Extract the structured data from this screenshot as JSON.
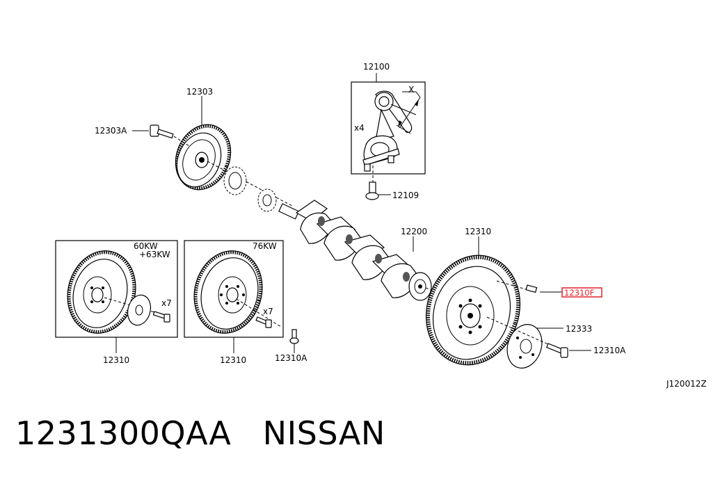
{
  "labels": {
    "conrod_group": "12100",
    "conrod_count": "x4",
    "conrod_dim": "X",
    "conrod_bolt": "12109",
    "pulley": "12303",
    "pulley_bolt": "12303A",
    "crankshaft": "12200",
    "flywheel_main": "12310",
    "pilot_bolt": "12310F",
    "reinforce_plate": "12333",
    "flywheel_bolt_main": "12310A",
    "variant1_power_a": "60KW",
    "variant1_power_b": "+63KW",
    "variant1_count": "x7",
    "variant1_part": "12310",
    "variant2_power": "76KW",
    "variant2_count": "x7",
    "variant2_part": "12310",
    "variant2_bolt": "12310A",
    "diagram_code": "J120012Z"
  },
  "highlight_color": "#e0202a",
  "caption": "1231300QAA   NISSAN"
}
